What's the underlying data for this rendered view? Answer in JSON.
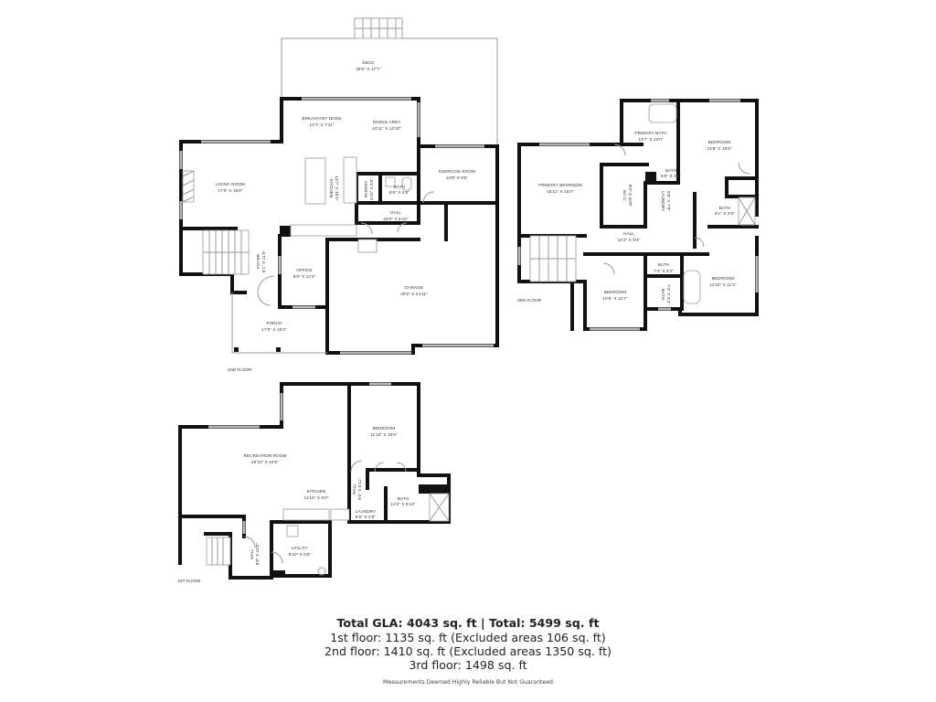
{
  "floors": {
    "second": {
      "label": "2ND FLOOR",
      "rooms": [
        {
          "name": "DECK",
          "dims": "38'5\" X 17'7\""
        },
        {
          "name": "BREAKFAST NOOK",
          "dims": "13'1\" X 7'11\""
        },
        {
          "name": "DINING AREA",
          "dims": "10'11\" X 12'10\""
        },
        {
          "name": "LIVING ROOM",
          "dims": "17'6\" X 15'6\""
        },
        {
          "name": "KITCHEN",
          "dims": "13'7\" X 16'9\""
        },
        {
          "name": "PANTRY",
          "dims": "4'10\" X 5'5\""
        },
        {
          "name": "BATH",
          "dims": "5'5\" X 5'5\""
        },
        {
          "name": "EXERCISE ROOM",
          "dims": "13'9\" X 9'5\""
        },
        {
          "name": "HALL",
          "dims": "16'0\" X 5'10\""
        },
        {
          "name": "FOYER",
          "dims": "6'1\" X 11'3\""
        },
        {
          "name": "OFFICE",
          "dims": "8'9\" X 12'3\""
        },
        {
          "name": "GARAGE",
          "dims": "29'5\" X 24'11\""
        },
        {
          "name": "PORCH",
          "dims": "17'6\" X 10'4\""
        }
      ]
    },
    "third": {
      "label": "3RD FLOOR",
      "rooms": [
        {
          "name": "PRIMARY BATH",
          "dims": "13'7\" X 13'0\""
        },
        {
          "name": "BEDROOM",
          "dims": "13'9\" X 16'6\""
        },
        {
          "name": "PRIMARY BEDROOM",
          "dims": "15'11\" X 15'6\""
        },
        {
          "name": "W.I.C.",
          "dims": "8'0\" X 10'9\""
        },
        {
          "name": "BATH",
          "dims": "5'5\" X 3'5\""
        },
        {
          "name": "LAUNDRY",
          "dims": "6'8\" X 7'9\""
        },
        {
          "name": "BATH",
          "dims": "8'1\" X 6'0\""
        },
        {
          "name": "HALL",
          "dims": "22'2\" X 9'4\""
        },
        {
          "name": "BATH",
          "dims": "7'4\" X 5'2\""
        },
        {
          "name": "BEDROOM",
          "dims": "10'8\" X 12'7\""
        },
        {
          "name": "BATH",
          "dims": "7'4\" X 5'2\""
        },
        {
          "name": "BEDROOM",
          "dims": "11'10\" X 11'4\""
        }
      ]
    },
    "first": {
      "label": "1ST FLOOR",
      "rooms": [
        {
          "name": "BEDROOM",
          "dims": "11'10\" X 15'0\""
        },
        {
          "name": "RECREATION ROOM",
          "dims": "29'10\" X 16'5\""
        },
        {
          "name": "KITCHEN",
          "dims": "11'10\" X 9'0\""
        },
        {
          "name": "HALL",
          "dims": "5'5\" X 5'11\""
        },
        {
          "name": "BATH",
          "dims": "11'6\" X 5'10\""
        },
        {
          "name": "LAUNDRY",
          "dims": "5'5\" X 2'9\""
        },
        {
          "name": "HALL",
          "dims": "6'8\" X 10'0\""
        },
        {
          "name": "UTILITY",
          "dims": "9'10\" X 9'8\""
        }
      ]
    }
  },
  "summary": {
    "total": "Total GLA: 4043 sq. ft | Total: 5499 sq. ft",
    "lines": [
      "1st floor: 1135 sq. ft (Excluded areas 106 sq. ft)",
      "2nd floor: 1410 sq. ft (Excluded areas 1350 sq. ft)",
      "3rd floor: 1498 sq. ft"
    ],
    "disclaimer": "Measurements Deemed Highly Reliable But Not Guaranteed"
  }
}
